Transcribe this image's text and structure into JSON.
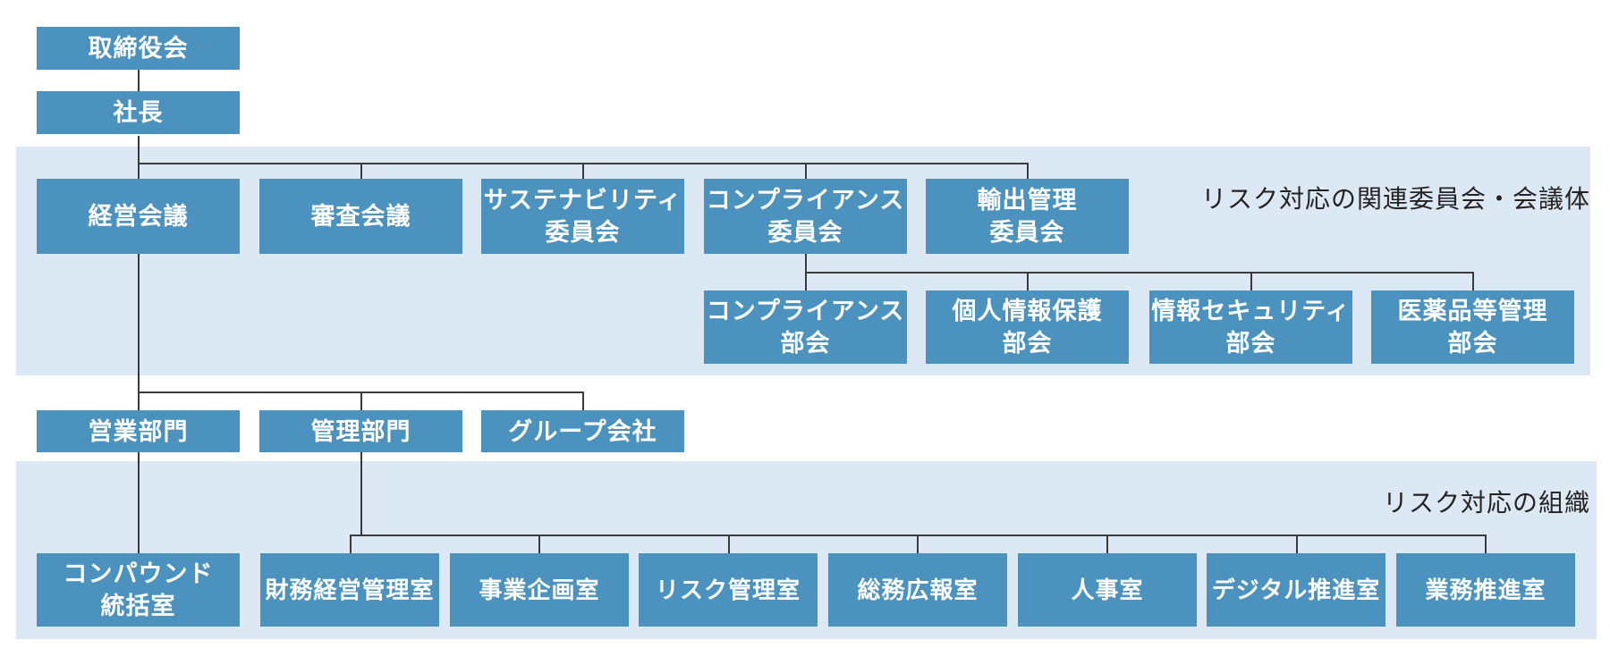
{
  "colors": {
    "box_blue": "#4b93be",
    "band_blue": "#dce8f3",
    "connector": "#3a3a3a",
    "box_text": "#ffffff",
    "caption_text": "#262222"
  },
  "org_chart": {
    "board": {
      "label": "取締役会"
    },
    "president": {
      "label": "社長"
    },
    "committee_band": {
      "caption": "リスク対応の関連委員会・会議体",
      "row1": [
        {
          "label": "経営会議"
        },
        {
          "label": "審査会議"
        },
        {
          "label": "サステナビリティ\n委員会"
        },
        {
          "label": "コンプライアンス\n委員会"
        },
        {
          "label": "輸出管理\n委員会"
        }
      ],
      "row2": [
        {
          "label": "コンプライアンス\n部会"
        },
        {
          "label": "個人情報保護\n部会"
        },
        {
          "label": "情報セキュリティ\n部会"
        },
        {
          "label": "医薬品等管理\n部会"
        }
      ]
    },
    "divisions": [
      {
        "label": "営業部門"
      },
      {
        "label": "管理部門"
      },
      {
        "label": "グループ会社"
      }
    ],
    "org_band": {
      "caption": "リスク対応の組織",
      "compound_office": {
        "label": "コンパウンド\n統括室"
      },
      "offices": [
        {
          "label": "財務経営管理室"
        },
        {
          "label": "事業企画室"
        },
        {
          "label": "リスク管理室"
        },
        {
          "label": "総務広報室"
        },
        {
          "label": "人事室"
        },
        {
          "label": "デジタル推進室"
        },
        {
          "label": "業務推進室"
        }
      ]
    }
  }
}
